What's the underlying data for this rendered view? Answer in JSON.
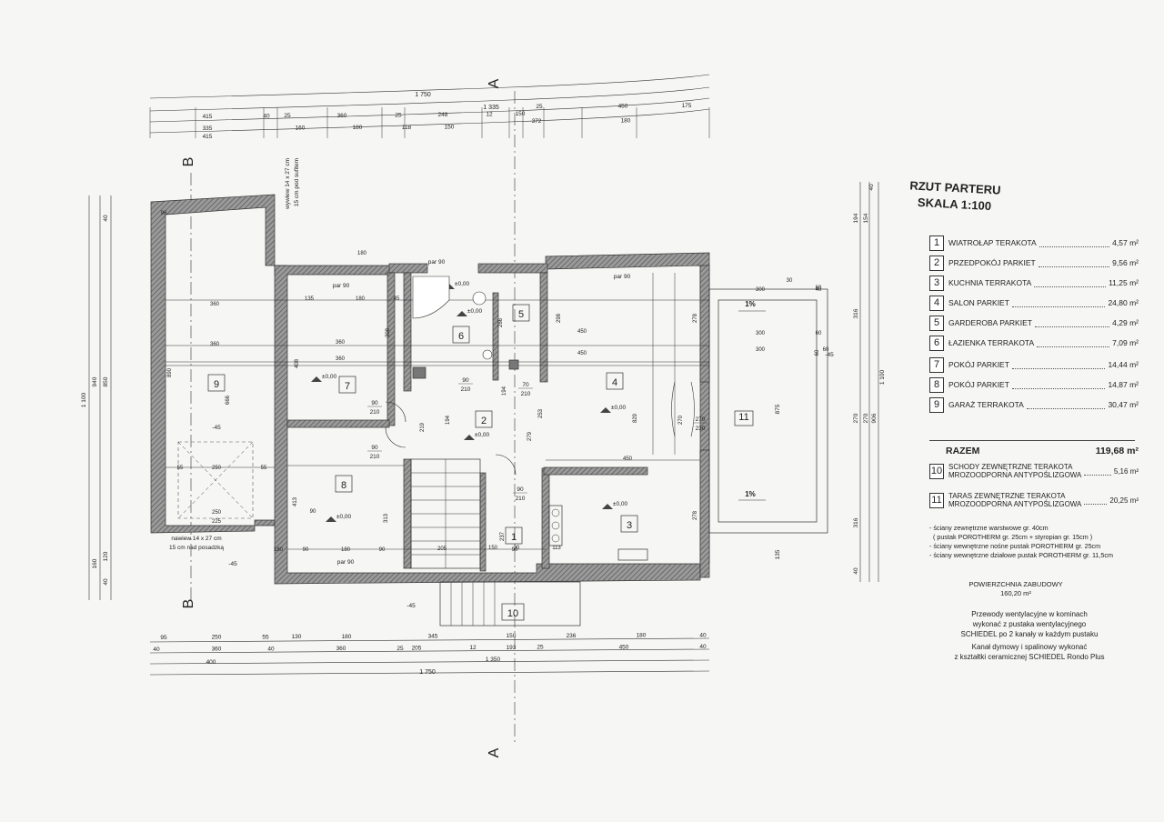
{
  "legend": {
    "title_line1": "RZUT PARTERU",
    "title_line2": "SKALA 1:100",
    "rooms": [
      {
        "no": "1",
        "name": "Wiatrołap terakota",
        "area": "4,57 m²"
      },
      {
        "no": "2",
        "name": "Przedpokój parkiet",
        "area": "9,56 m²"
      },
      {
        "no": "3",
        "name": "Kuchnia terrakota",
        "area": "11,25 m²"
      },
      {
        "no": "4",
        "name": "Salon parkiet",
        "area": "24,80 m²"
      },
      {
        "no": "5",
        "name": "Garderoba parkiet",
        "area": "4,29 m²"
      },
      {
        "no": "6",
        "name": "Łazienka terrakota",
        "area": "7,09 m²"
      },
      {
        "no": "7",
        "name": "Pokój parkiet",
        "area": "14,44 m²"
      },
      {
        "no": "8",
        "name": "Pokój parkiet",
        "area": "14,87 m²"
      },
      {
        "no": "9",
        "name": "Garaż terrakota",
        "area": "30,47 m²"
      }
    ],
    "total_label": "RAZEM",
    "total_value": "119,68 m²",
    "extra": [
      {
        "no": "10",
        "name_line1": "Schody zewnętrzne terakota",
        "name_line2": "mrozoodporna antypoślizgowa",
        "area": "5,16 m²"
      },
      {
        "no": "11",
        "name_line1": "Taras zewnętrzne terakota",
        "name_line2": "mrozoodporna antypoślizgowa",
        "area": "20,25 m²"
      }
    ],
    "notes": [
      "- ściany zewnętrzne warstwowe gr. 40cm",
      "  ( pustak POROTHERM gr. 25cm + styropian gr. 15cm )",
      "- ściany wewnętrzne nośne pustak POROTHERM gr. 25cm",
      "- ściany wewnętrzne działowe pustak POROTHERM gr. 11,5cm"
    ],
    "built_area_label": "POWIERZCHNIA ZABUDOWY",
    "built_area_value": "160,20 m²",
    "vent": [
      "Przewody wentylacyjne w kominach",
      "wykonać z pustaka wentylacyjnego",
      "SCHIEDEL po 2 kanały w każdym pustaku",
      "Kanał dymowy i spalinowy wykonać",
      "z kształtki ceramicznej SCHIEDEL Rondo Plus"
    ]
  },
  "plan": {
    "section_marks": [
      "A",
      "A",
      "B",
      "B"
    ],
    "room_numbers": [
      "1",
      "2",
      "3",
      "4",
      "5",
      "6",
      "7",
      "8",
      "9",
      "10",
      "11"
    ],
    "levels": [
      "±0,00",
      "±0,00",
      "±0,00",
      "±0,00",
      "±0,00",
      "±0,00",
      "±0,00",
      "±0,00"
    ],
    "slope_left": "-45",
    "slope_right": "-45",
    "slope_bottom": "-45",
    "slope_garage": "-45",
    "terrace_pct": [
      "1%",
      "1%"
    ],
    "par_labels": [
      "par 90",
      "par 90",
      "par 90",
      "par 90"
    ],
    "door_labels": [
      "90/210",
      "90/210",
      "90/210",
      "70/210",
      "90/210",
      "270/230"
    ],
    "note_top": "wywiew 14 x 27 cm\n15 cm pod sufitem",
    "note_bottom": "nawiew 14 x 27 cm\n15 cm nad posadzką",
    "top_dims": {
      "overall": "1 750",
      "right_part": "1 335",
      "row1": [
        "415",
        "40",
        "25",
        "360",
        "25",
        "248",
        "12",
        "150",
        "25",
        "450",
        "175"
      ],
      "row2": [
        "335",
        "160",
        "180",
        "118",
        "150",
        "372",
        "180"
      ],
      "row3": [
        "415"
      ]
    },
    "bottom_dims": {
      "row1": [
        "95",
        "250",
        "55",
        "130",
        "180",
        "345",
        "150",
        "236",
        "180",
        "40"
      ],
      "row2": [
        "40",
        "360",
        "40",
        "360",
        "25",
        "205",
        "12",
        "193",
        "25",
        "450",
        "40"
      ],
      "row3": [
        "400",
        "1 350"
      ],
      "overall": "1 750"
    },
    "left_dims": [
      "1 100",
      "940",
      "850",
      "160",
      "120",
      "40",
      "40"
    ],
    "right_dims": [
      "40",
      "154",
      "194",
      "316",
      "1 100",
      "270",
      "875",
      "135",
      "316",
      "40",
      "906",
      "270"
    ],
    "inner_dims": [
      "360",
      "360",
      "360",
      "360",
      "450",
      "450",
      "450",
      "300",
      "300",
      "300",
      "135",
      "180",
      "180",
      "45",
      "60",
      "60",
      "60",
      "194",
      "278",
      "278",
      "253",
      "829",
      "270",
      "413",
      "313",
      "219",
      "194",
      "279",
      "237",
      "298",
      "286",
      "308",
      "408",
      "666",
      "890",
      "250",
      "55",
      "55",
      "225",
      "250",
      "205",
      "180",
      "90",
      "90",
      "90",
      "180",
      "90",
      "30",
      "150",
      "113",
      "30",
      "96",
      "40",
      "60"
    ]
  }
}
